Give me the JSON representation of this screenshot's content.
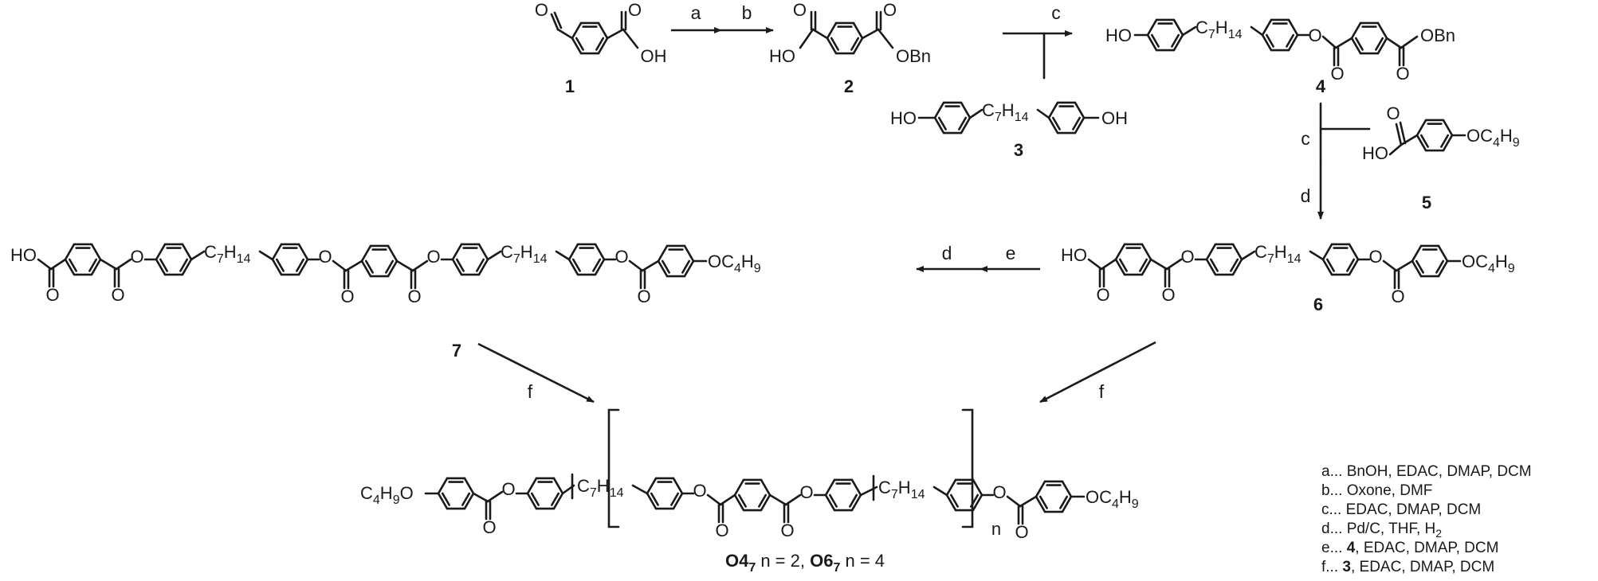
{
  "compounds": {
    "c1": "1",
    "c2": "2",
    "c3": "3",
    "c4": "4",
    "c5": "5",
    "c6": "6",
    "c7": "7"
  },
  "arrow_labels": {
    "a": "a",
    "b": "b",
    "c1": "c",
    "c2": "c",
    "d1": "d",
    "d2": "d",
    "e": "e",
    "f1": "f",
    "f2": "f"
  },
  "groups": {
    "oh": "OH",
    "ho": "HO",
    "obn": "OBn",
    "o": "O",
    "c7h14": "C7H14",
    "oc4h9": "OC4H9",
    "c4h9o": "C4H9O",
    "n": "n"
  },
  "product": {
    "name1": "O4",
    "sub1": "7",
    "n1": "n = 2,",
    "name2": "O6",
    "sub2": "7",
    "n2": "n = 4"
  },
  "conditions": [
    {
      "key": "a...",
      "bold": "",
      "text": "BnOH, EDAC, DMAP, DCM"
    },
    {
      "key": "b...",
      "bold": "",
      "text": "Oxone, DMF"
    },
    {
      "key": "c...",
      "bold": "",
      "text": "EDAC, DMAP, DCM"
    },
    {
      "key": "d...",
      "bold": "",
      "text": "Pd/C, THF, H2"
    },
    {
      "key": "e...",
      "bold": "4",
      "text": ", EDAC, DMAP, DCM"
    },
    {
      "key": "f...",
      "bold": "3",
      "text": ", EDAC, DMAP, DCM"
    }
  ]
}
